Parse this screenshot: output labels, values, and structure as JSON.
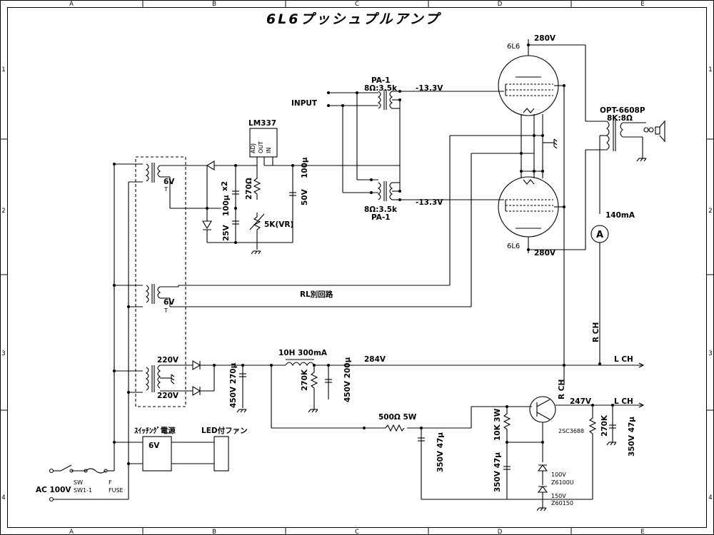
{
  "title": "6L6プッシュプルアンプ",
  "grid": {
    "cols": [
      "A",
      "B",
      "C",
      "D",
      "E"
    ],
    "rows": [
      "1",
      "2",
      "3",
      "4"
    ]
  },
  "tubes": {
    "top_name": "6L6",
    "top_voltage": "280V",
    "bottom_name": "6L6",
    "bottom_voltage": "280V"
  },
  "input": {
    "label": "INPUT",
    "top_tf_name": "PA-1",
    "top_tf_ratio": "8Ω:3.5k",
    "top_bias": "-13.3V",
    "bot_tf_ratio": "8Ω:3.5k",
    "bot_tf_name": "PA-1",
    "bot_bias": "-13.3V"
  },
  "output_tf": {
    "name": "OPT-6608P",
    "ratio": "8K:8Ω"
  },
  "meter": {
    "current": "140mA",
    "symbol": "A"
  },
  "bias_supply": {
    "regulator": "LM337",
    "pin_adj": "ADJ",
    "pin_out": "OUT",
    "pin_in": "IN",
    "heater_v": "6V",
    "tap": "T",
    "cap_mult": "x2",
    "cap_small": "100μ",
    "cap_small_v": "25V",
    "res": "270Ω",
    "vr": "5K(VR)",
    "cap_out": "100μ",
    "cap_out_v": "50V"
  },
  "heater2": {
    "voltage": "6V",
    "tap": "T",
    "label": "RL別回路"
  },
  "hv": {
    "sec_top": "220V",
    "sec_bot": "220V",
    "cap1": "450V 270μ",
    "choke": "10H 300mA",
    "res_bleed": "270K",
    "cap2": "450V 200μ",
    "b_plus": "284V",
    "l_ch": "L CH",
    "r_ch": "R CH",
    "r_ch2": "R CH"
  },
  "screen_reg": {
    "res_drop": "500Ω 5W",
    "cap_in": "350V 47μ",
    "res_bias": "10K 3W",
    "transistor": "2SC3688",
    "out_v": "247V",
    "l_ch": "L CH",
    "res_bleed": "270K",
    "cap_out": "350V 47μ",
    "cap_zener": "350V 47μ",
    "z1_v": "100V",
    "z1_part": "Z6100U",
    "z2_v": "150V",
    "z2_part": "Z60150"
  },
  "aux": {
    "smps_label": "ｽｲｯﾁﾝｸﾞ電源",
    "smps_v": "6V",
    "fan_label": "LED付ファン"
  },
  "mains": {
    "ac": "AC 100V",
    "sw": "SW",
    "sw_part": "SW1-1",
    "fuse_f": "F",
    "fuse": "FUSE"
  }
}
